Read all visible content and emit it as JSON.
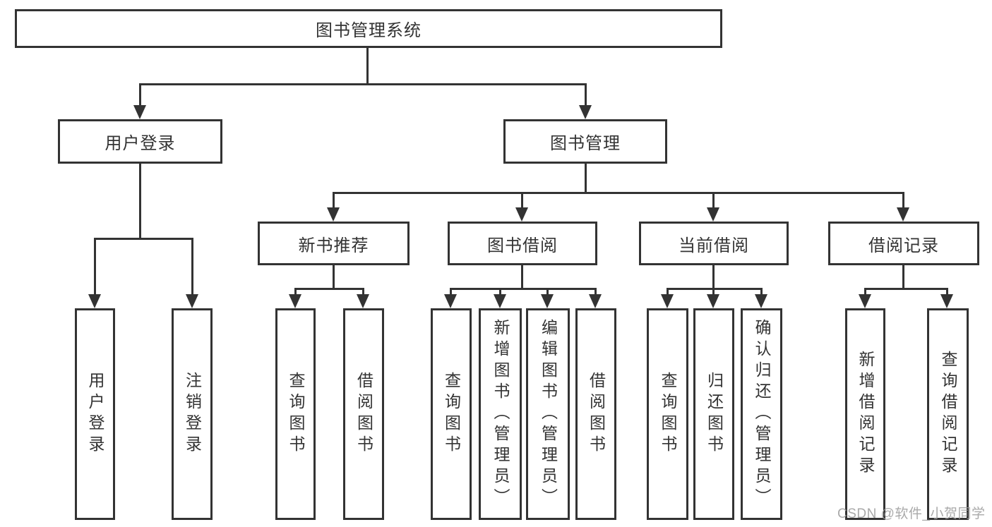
{
  "diagram": {
    "type": "hierarchy-tree",
    "title": "图书管理系统",
    "nodes": {
      "root": {
        "label": "图书管理系统"
      },
      "level1": [
        {
          "label": "用户登录",
          "parent": "图书管理系统"
        },
        {
          "label": "图书管理",
          "parent": "图书管理系统"
        }
      ],
      "level2": [
        {
          "label": "新书推荐",
          "parent": "图书管理"
        },
        {
          "label": "图书借阅",
          "parent": "图书管理"
        },
        {
          "label": "当前借阅",
          "parent": "图书管理"
        },
        {
          "label": "借阅记录",
          "parent": "图书管理"
        }
      ],
      "leaves": [
        {
          "label": "用户登录",
          "parent": "用户登录"
        },
        {
          "label": "注销登录",
          "parent": "用户登录"
        },
        {
          "label": "查询图书",
          "parent": "新书推荐"
        },
        {
          "label": "借阅图书",
          "parent": "新书推荐"
        },
        {
          "label": "查询图书",
          "parent": "图书借阅"
        },
        {
          "label": "新增图书（管理员）",
          "parent": "图书借阅"
        },
        {
          "label": "编辑图书（管理员）",
          "parent": "图书借阅"
        },
        {
          "label": "借阅图书",
          "parent": "图书借阅"
        },
        {
          "label": "查询图书",
          "parent": "当前借阅"
        },
        {
          "label": "归还图书",
          "parent": "当前借阅"
        },
        {
          "label": "确认归还（管理员）",
          "parent": "当前借阅"
        },
        {
          "label": "新增借阅记录",
          "parent": "借阅记录"
        },
        {
          "label": "查询借阅记录",
          "parent": "借阅记录"
        }
      ]
    }
  },
  "watermark": {
    "text": "CSDN @软件_小贺同学",
    "color": "#9b9b9b"
  },
  "colors": {
    "line": "#333333",
    "text": "#333333",
    "background": "#ffffff"
  }
}
